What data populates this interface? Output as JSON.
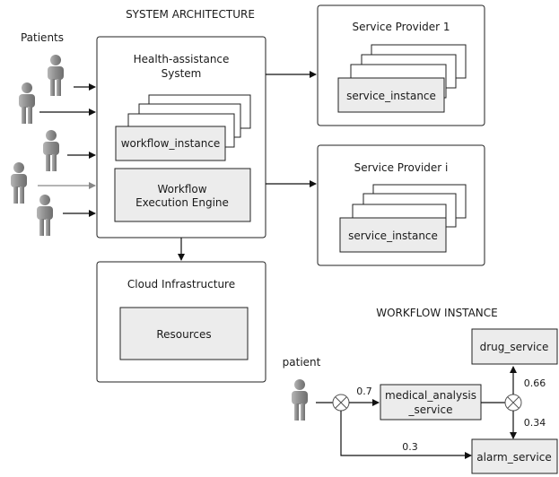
{
  "headings": {
    "architecture": "SYSTEM ARCHITECTURE",
    "workflow": "WORKFLOW INSTANCE"
  },
  "patients_label": "Patients",
  "health_system": {
    "title_line1": "Health-assistance",
    "title_line2": "System",
    "workflow_instance": "workflow_instance",
    "engine_line1": "Workflow",
    "engine_line2": "Execution Engine"
  },
  "provider1": {
    "title": "Service Provider 1",
    "instance": "service_instance"
  },
  "provideri": {
    "title": "Service Provider i",
    "instance": "service_instance"
  },
  "cloud": {
    "title": "Cloud Infrastructure",
    "resources": "Resources"
  },
  "workflow": {
    "patient_label": "patient",
    "medical_line1": "medical_analysis",
    "medical_line2": "_service",
    "drug_service": "drug_service",
    "alarm_service": "alarm_service",
    "prob_to_medical": "0.7",
    "prob_to_alarm_direct": "0.3",
    "prob_to_drug": "0.66",
    "prob_to_alarm": "0.34"
  },
  "colors": {
    "person": "#9a9a9a",
    "person_dark": "#6f6f6f",
    "box_fill": "#ececec"
  }
}
